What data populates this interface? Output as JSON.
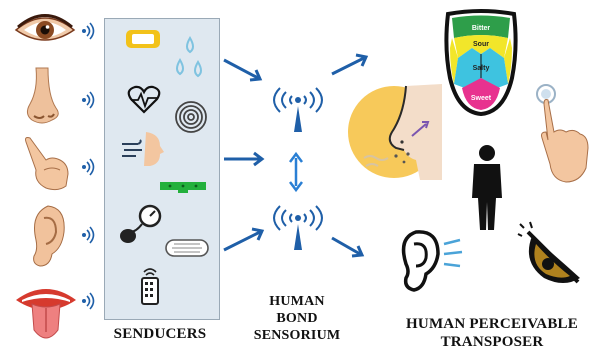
{
  "captions": {
    "sensors": "SENDUCERS",
    "human_bond_line1": "HUMAN",
    "human_bond_line2": "BOND",
    "human_bond_line3": "SENSORIUM",
    "transposer_line1": "HUMAN PERCEIVABLE",
    "transposer_line2": "TRANSPOSER"
  },
  "tongue_map": {
    "bitter": "Bitter",
    "sour": "Sour",
    "salty": "Salty",
    "sweet": "Sweet"
  },
  "colors": {
    "arrow": "#1f5fa8",
    "panel": "#dfe8f0",
    "tongue_bitter": "#2e9e4a",
    "tongue_sour": "#f2e62a",
    "tongue_salty": "#3ec3e0",
    "tongue_sweet": "#e8328f"
  },
  "icons": {
    "senses": [
      "eye-icon",
      "nose-icon",
      "finger-icon",
      "ear-icon",
      "mouth-icon"
    ],
    "sensors": [
      "band-icon",
      "droplets-icon",
      "heart-icon",
      "fingerprint-icon",
      "breath-icon",
      "green-device-icon",
      "gauge-icon",
      "mat-icon",
      "remote-icon"
    ],
    "outputs": [
      "tongue-map-icon",
      "smell-icon",
      "touch-finger-icon",
      "person-silhouette-icon",
      "ear-sound-icon",
      "eye-outline-icon"
    ]
  }
}
